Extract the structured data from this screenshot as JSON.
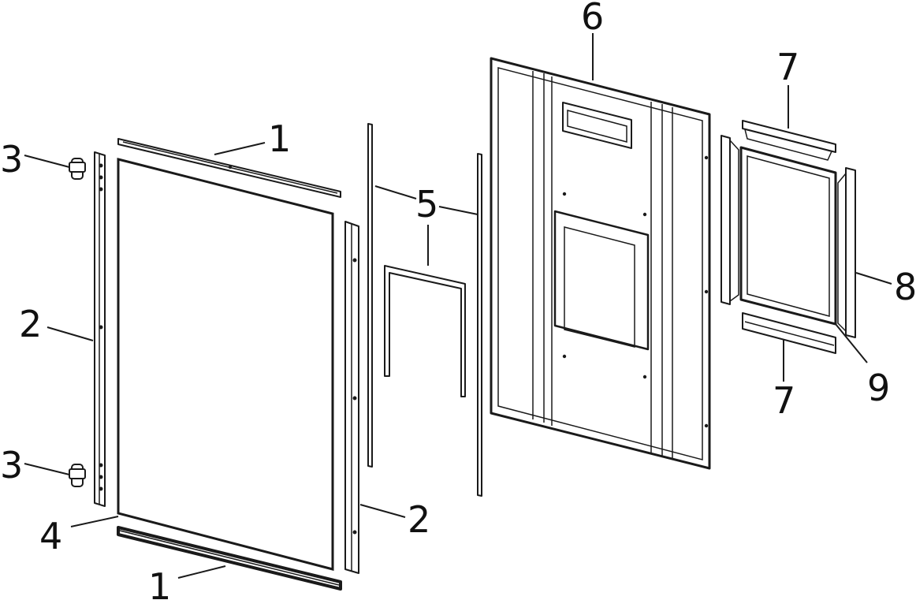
{
  "diagram": {
    "callouts": [
      {
        "id": "top-rail",
        "label": "1"
      },
      {
        "id": "bottom-rail",
        "label": "1"
      },
      {
        "id": "left-stile",
        "label": "2"
      },
      {
        "id": "right-stile",
        "label": "2"
      },
      {
        "id": "top-hinge",
        "label": "3"
      },
      {
        "id": "bottom-hinge",
        "label": "3"
      },
      {
        "id": "glass-panel",
        "label": "4"
      },
      {
        "id": "seal-strip",
        "label": "5"
      },
      {
        "id": "main-frame",
        "label": "6"
      },
      {
        "id": "top-trim",
        "label": "7"
      },
      {
        "id": "bottom-trim",
        "label": "7"
      },
      {
        "id": "side-trim",
        "label": "8"
      },
      {
        "id": "window-frame",
        "label": "9"
      }
    ]
  }
}
